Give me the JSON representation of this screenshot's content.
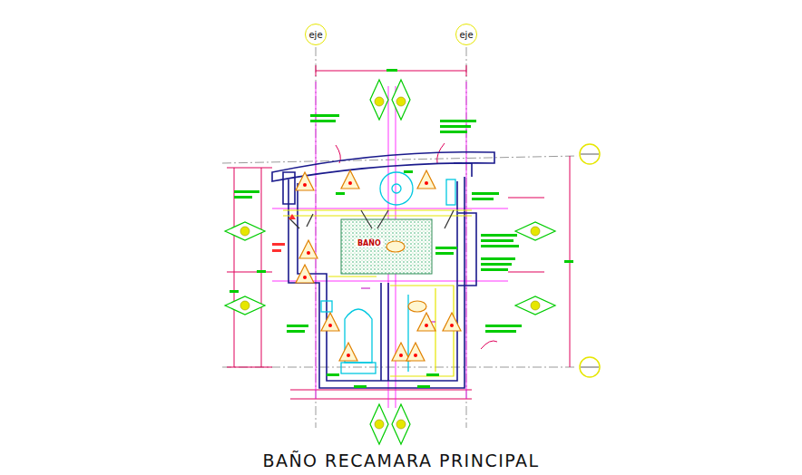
{
  "diagram": {
    "title": "BAÑO RECAMARA PRINCIPAL",
    "nodes": [
      {
        "text": [
          "eje"
        ]
      },
      {
        "text": [
          "eje"
        ]
      }
    ],
    "labels": [
      "BAÑO"
    ]
  }
}
